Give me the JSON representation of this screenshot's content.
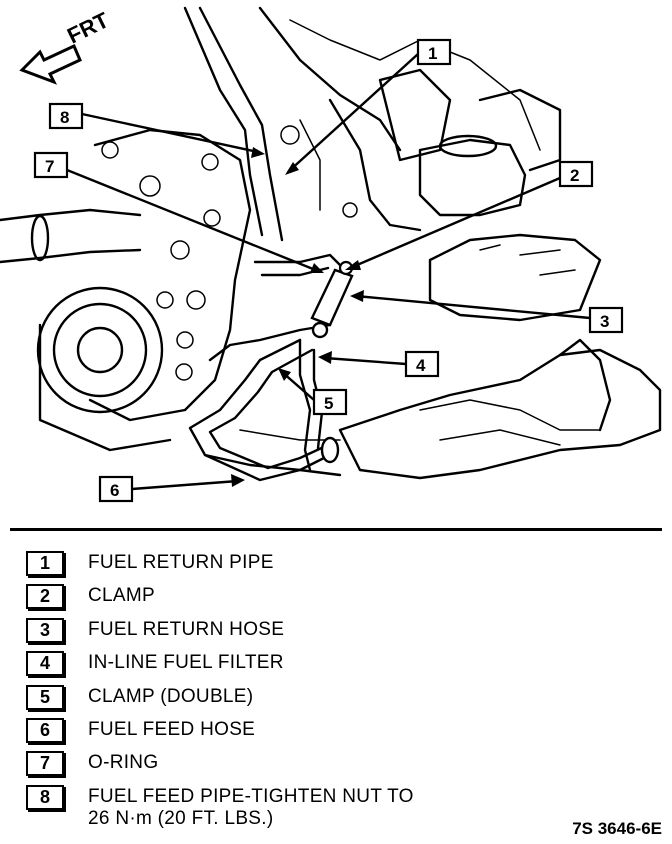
{
  "illustration": {
    "front_arrow_label": "FRT",
    "callouts": [
      {
        "num": "1"
      },
      {
        "num": "2"
      },
      {
        "num": "3"
      },
      {
        "num": "4"
      },
      {
        "num": "5"
      },
      {
        "num": "6"
      },
      {
        "num": "7"
      },
      {
        "num": "8"
      }
    ]
  },
  "legend": [
    {
      "num": "1",
      "label": "FUEL RETURN PIPE"
    },
    {
      "num": "2",
      "label": "CLAMP"
    },
    {
      "num": "3",
      "label": "FUEL RETURN HOSE"
    },
    {
      "num": "4",
      "label": "IN-LINE FUEL FILTER"
    },
    {
      "num": "5",
      "label": "CLAMP (DOUBLE)"
    },
    {
      "num": "6",
      "label": "FUEL FEED HOSE"
    },
    {
      "num": "7",
      "label": "O-RING"
    },
    {
      "num": "8",
      "label": "FUEL FEED PIPE-TIGHTEN NUT TO\n26 N·m (20 FT. LBS.)"
    }
  ],
  "figure_code": "7S 3646-6E"
}
